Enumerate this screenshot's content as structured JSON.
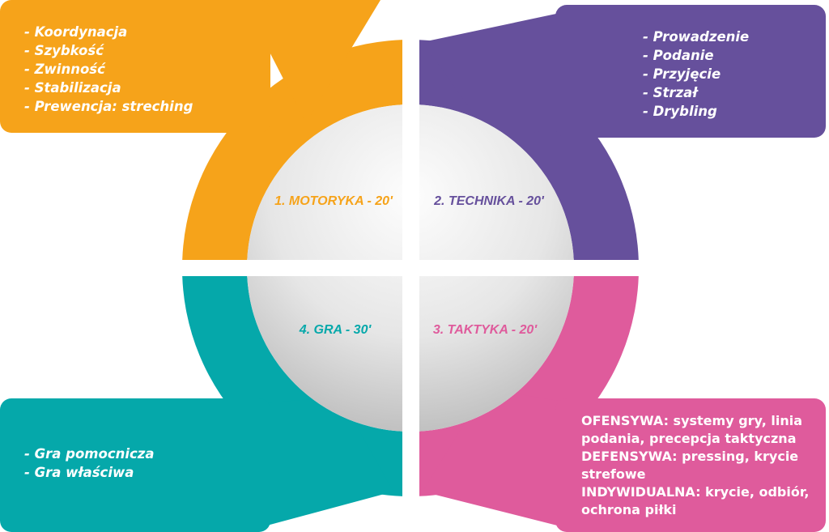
{
  "colors": {
    "motoryka": "#F6A31A",
    "technika": "#66509C",
    "taktyka": "#DF5B9C",
    "gra": "#05A8AA",
    "center_light": "#fbfbfb",
    "center_dark": "#b9b9b9"
  },
  "quadrants": {
    "motoryka": {
      "label": "1. MOTORYKA - 20'",
      "items": [
        "- Koordynacja",
        "- Szybkość",
        "- Zwinność",
        "- Stabilizacja",
        "- Prewencja: streching"
      ]
    },
    "technika": {
      "label": "2. TECHNIKA - 20'",
      "items": [
        "- Prowadzenie",
        "- Podanie",
        "- Przyjęcie",
        "- Strzał",
        "- Drybling"
      ]
    },
    "taktyka": {
      "label": "3. TAKTYKA - 20'",
      "items": [
        "OFENSYWA: systemy gry, linia podania, precepcja taktyczna",
        "DEFENSYWA: pressing, krycie strefowe",
        "INDYWIDUALNA: krycie, odbiór, ochrona piłki"
      ]
    },
    "gra": {
      "label": "4. GRA - 30'",
      "items": [
        "- Gra pomocnicza",
        "- Gra właściwa"
      ]
    }
  }
}
